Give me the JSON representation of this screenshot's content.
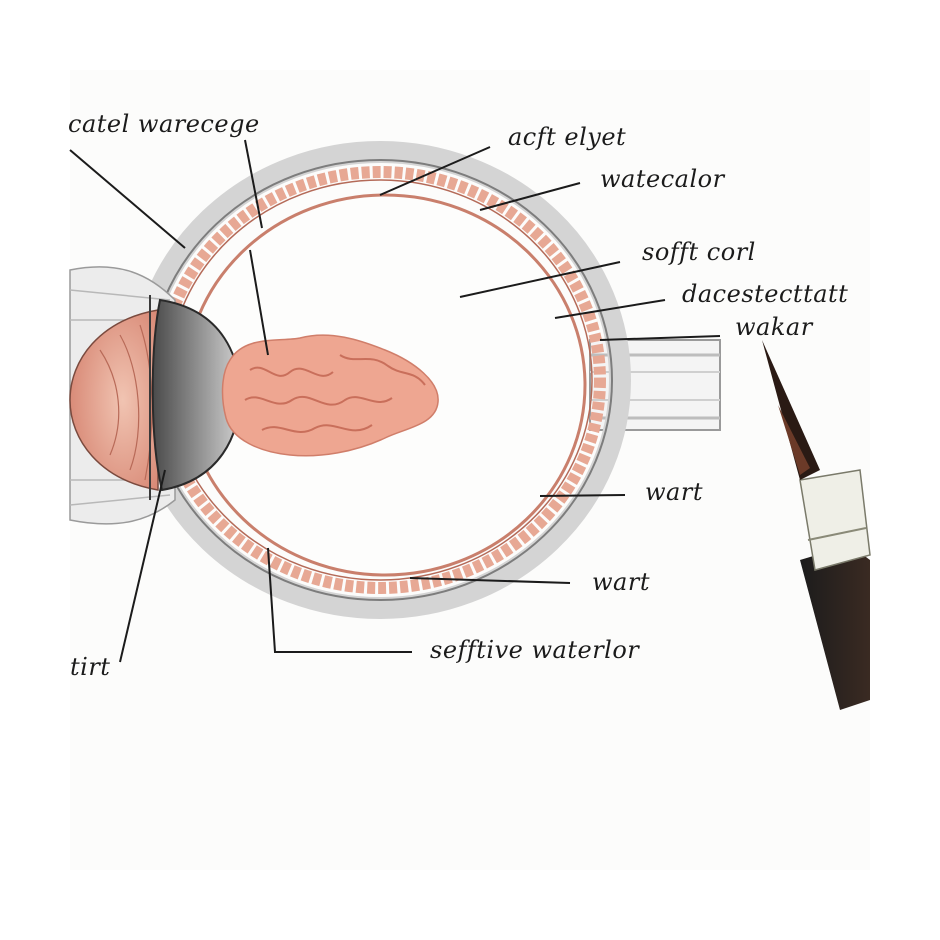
{
  "diagram": {
    "labels": [
      {
        "id": "top-left",
        "text": "catel warecege"
      },
      {
        "id": "top-center",
        "text": "acft elyet"
      },
      {
        "id": "right-1",
        "text": "watecalor"
      },
      {
        "id": "right-2",
        "text": "sofft corl"
      },
      {
        "id": "right-3",
        "text": "dacestecttatt"
      },
      {
        "id": "right-4",
        "text": "wakar"
      },
      {
        "id": "right-5",
        "text": "wart"
      },
      {
        "id": "bottom-right",
        "text": "wart"
      },
      {
        "id": "bottom-center",
        "text": "sefftive waterlor"
      },
      {
        "id": "bottom-left",
        "text": "tirt"
      }
    ],
    "colors": {
      "paper": "#fcfcfb",
      "ink": "#1b1b1b",
      "tissue-pink": "#e8a08c",
      "lens-gray": "#8a8a8a",
      "sclera-gray": "#bdbdbd"
    },
    "pen": {
      "icon": "ink-pen-icon"
    }
  }
}
